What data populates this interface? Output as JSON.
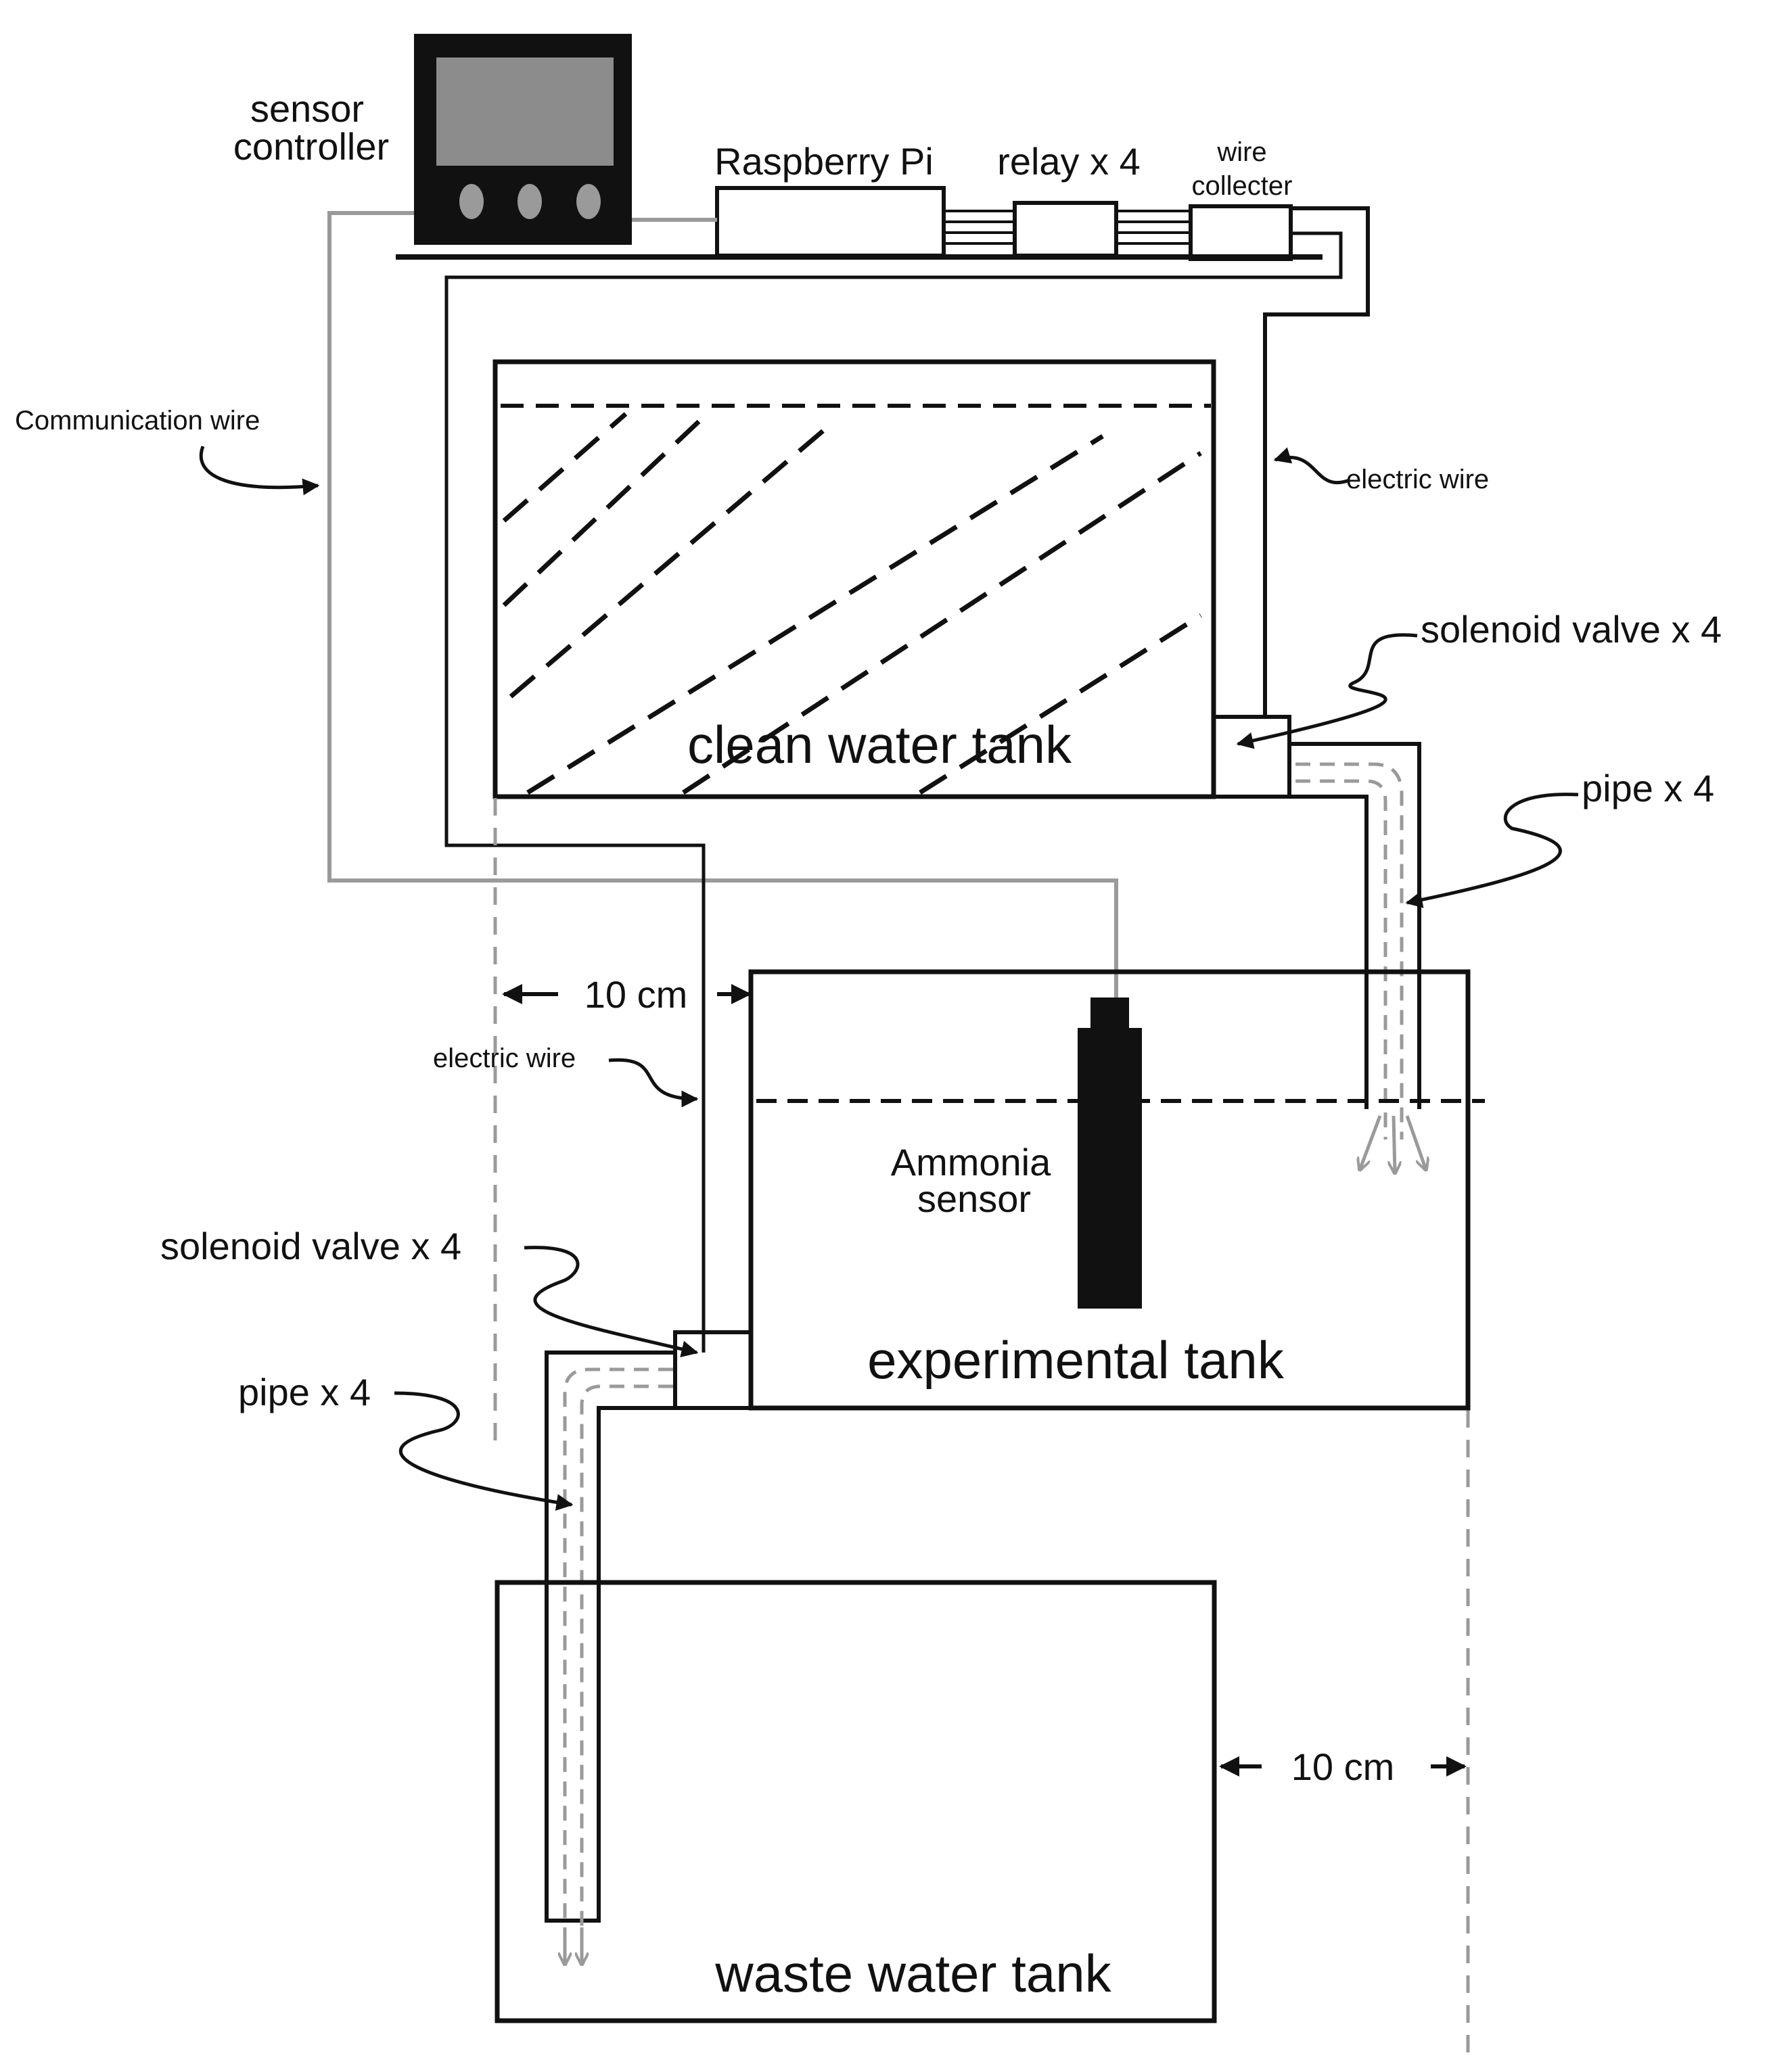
{
  "labels": {
    "sensor_controller_line1": "sensor",
    "sensor_controller_line2": "controller",
    "raspberry_pi": "Raspberry Pi",
    "relay": "relay x 4",
    "wire_collector_line1": "wire",
    "wire_collector_line2": "collecter",
    "communication_wire": "Communication wire",
    "electric_wire_top": "electric wire",
    "solenoid_valve_top": "solenoid valve x 4",
    "pipe_top": "pipe x 4",
    "clean_water_tank": "clean water tank",
    "distance_top": "10 cm",
    "electric_wire_mid": "electric wire",
    "ammonia_sensor_line1": "Ammonia",
    "ammonia_sensor_line2": "sensor",
    "solenoid_valve_bottom": "solenoid valve x 4",
    "experimental_tank": "experimental tank",
    "pipe_bottom": "pipe x 4",
    "distance_bottom": "10 cm",
    "waste_water_tank": "waste water tank"
  },
  "colors": {
    "line": "#111111",
    "grey_line": "#9a9a9a",
    "screen": "#8c8c8c",
    "controller_body": "#111111",
    "knob": "#9a9a9a"
  }
}
